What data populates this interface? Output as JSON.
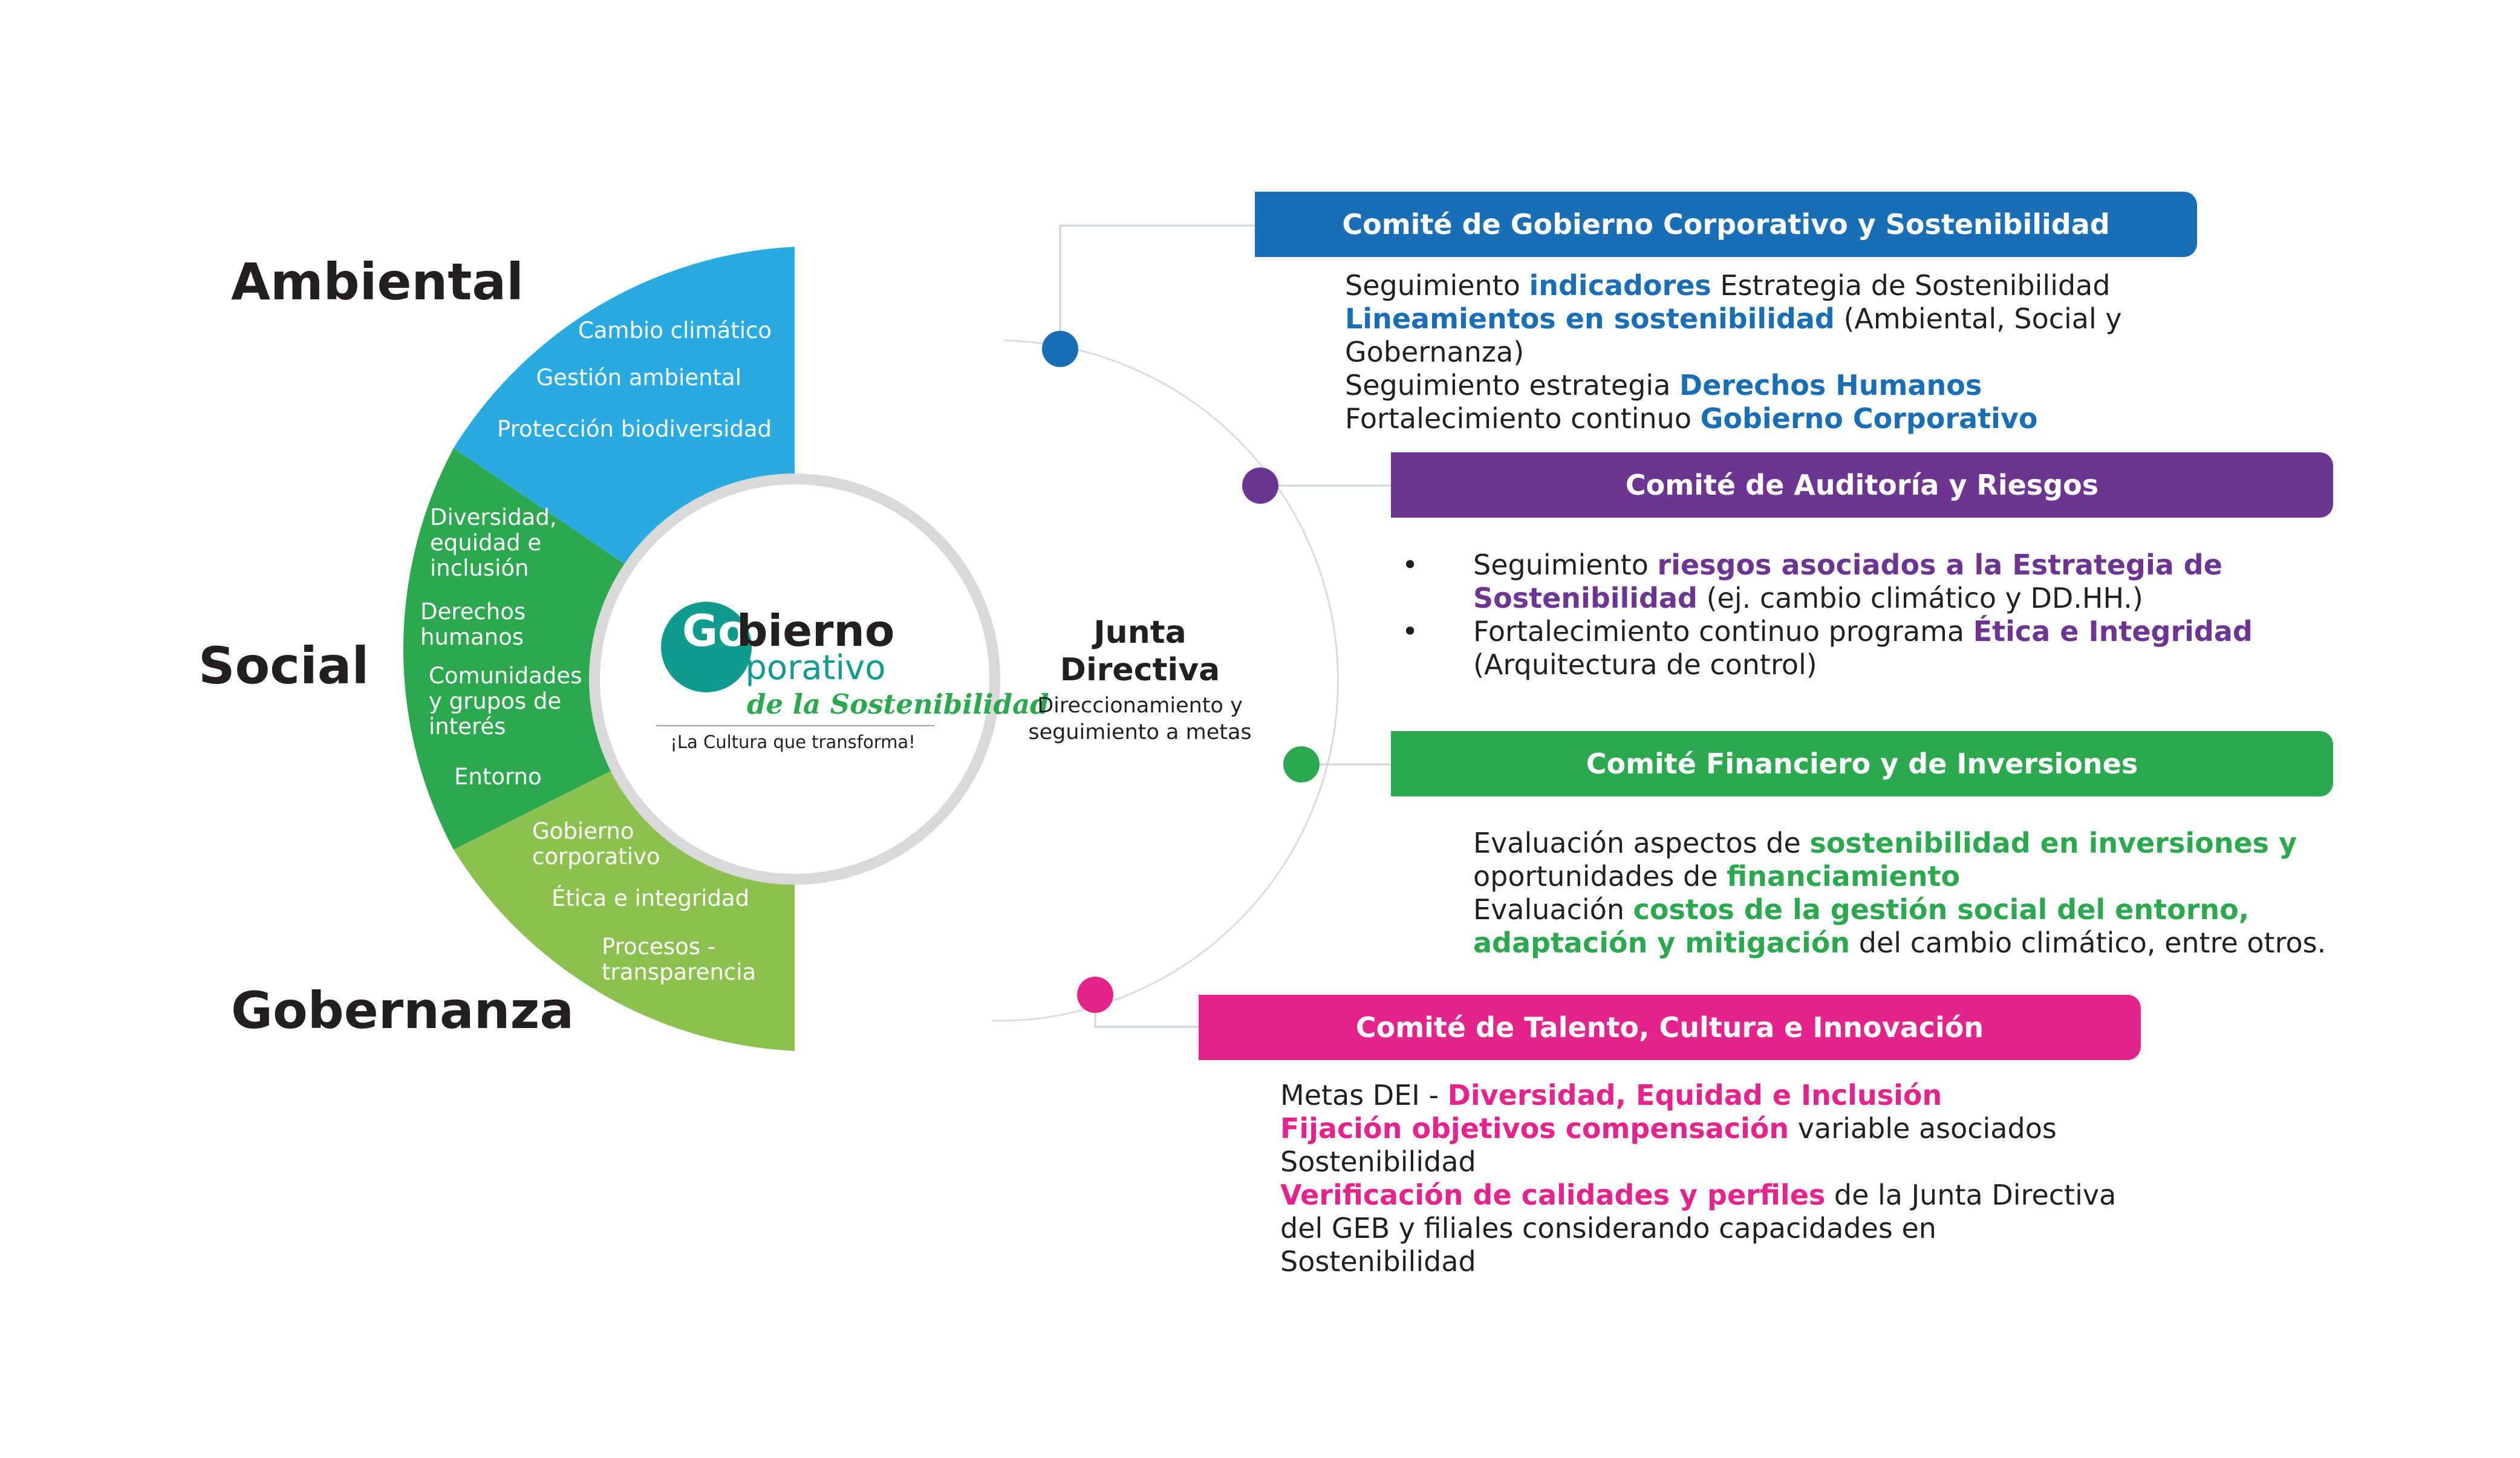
{
  "colors": {
    "ambiental": "#29abe2",
    "social": "#2ca84f",
    "gobernanza": "#8dc14f",
    "blue": "#1a6eb5",
    "purple": "#6b3591",
    "green": "#2ca84f",
    "pink": "#e4238d"
  },
  "categories": {
    "ambiental": "Ambiental",
    "social": "Social",
    "gobernanza": "Gobernanza"
  },
  "wheel": {
    "ambiental_items": [
      "Cambio climático",
      "Gestión ambiental",
      "Protección biodiversidad"
    ],
    "social_items": {
      "diversidad": [
        "Diversidad,",
        "equidad e",
        "inclusión"
      ],
      "derechos": [
        "Derechos",
        "humanos"
      ],
      "comunidades": [
        "Comunidades",
        "y grupos de",
        "interés"
      ],
      "entorno": "Entorno"
    },
    "gobernanza_items": {
      "gobierno": [
        "Gobierno",
        "corporativo"
      ],
      "etica": "Ética e integridad",
      "procesos": [
        "Procesos -",
        "transparencia"
      ]
    }
  },
  "logo": {
    "go": "Go",
    "bierno": "bierno",
    "corporativo": "Corporativo",
    "script": "de la Sostenibilidad",
    "tagline": "¡La Cultura que transforma!"
  },
  "junta": {
    "title_line1": "Junta",
    "title_line2": "Directiva",
    "sub_line1": "Direccionamiento y",
    "sub_line2": "seguimiento a metas"
  },
  "committees": {
    "gobierno": {
      "title": "Comité de Gobierno Corporativo y Sostenibilidad",
      "l1a": "Seguimiento ",
      "l1b": "indicadores",
      "l1c": " Estrategia de Sostenibilidad",
      "l2a": "Lineamientos en sostenibilidad",
      "l2b": " (Ambiental, Social y",
      "l3": "Gobernanza)",
      "l4a": "Seguimiento estrategia ",
      "l4b": "Derechos Humanos",
      "l5a": "Fortalecimiento continuo ",
      "l5b": "Gobierno Corporativo"
    },
    "auditoria": {
      "title": "Comité de Auditoría y Riesgos",
      "bullet": "•",
      "l1a": "Seguimiento ",
      "l1b": "riesgos asociados a la Estrategia de",
      "l2a": "Sostenibilidad",
      "l2b": " (ej. cambio climático y DD.HH.)",
      "l3a": "Fortalecimiento continuo programa ",
      "l3b": "Ética e Integridad",
      "l4": "(Arquitectura de control)"
    },
    "financiero": {
      "title": "Comité Financiero y de Inversiones",
      "l1a": "Evaluación aspectos de ",
      "l1b": "sostenibilidad en inversiones y",
      "l2a": "oportunidades de ",
      "l2b": "financiamiento",
      "l3a": "Evaluación ",
      "l3b": "costos de la gestión social del entorno,",
      "l4a": "adaptación y mitigación",
      "l4b": " del cambio climático, entre otros."
    },
    "talento": {
      "title": "Comité de Talento, Cultura e Innovación",
      "l1a": "Metas DEI - ",
      "l1b": "Diversidad, Equidad e Inclusión",
      "l2a": "Fijación objetivos compensación",
      "l2b": " variable asociados",
      "l3": "Sostenibilidad",
      "l4a": "Verificación de calidades y perfiles",
      "l4b": " de la Junta Directiva",
      "l5": "del GEB y filiales considerando capacidades en",
      "l6": "Sostenibilidad"
    }
  }
}
